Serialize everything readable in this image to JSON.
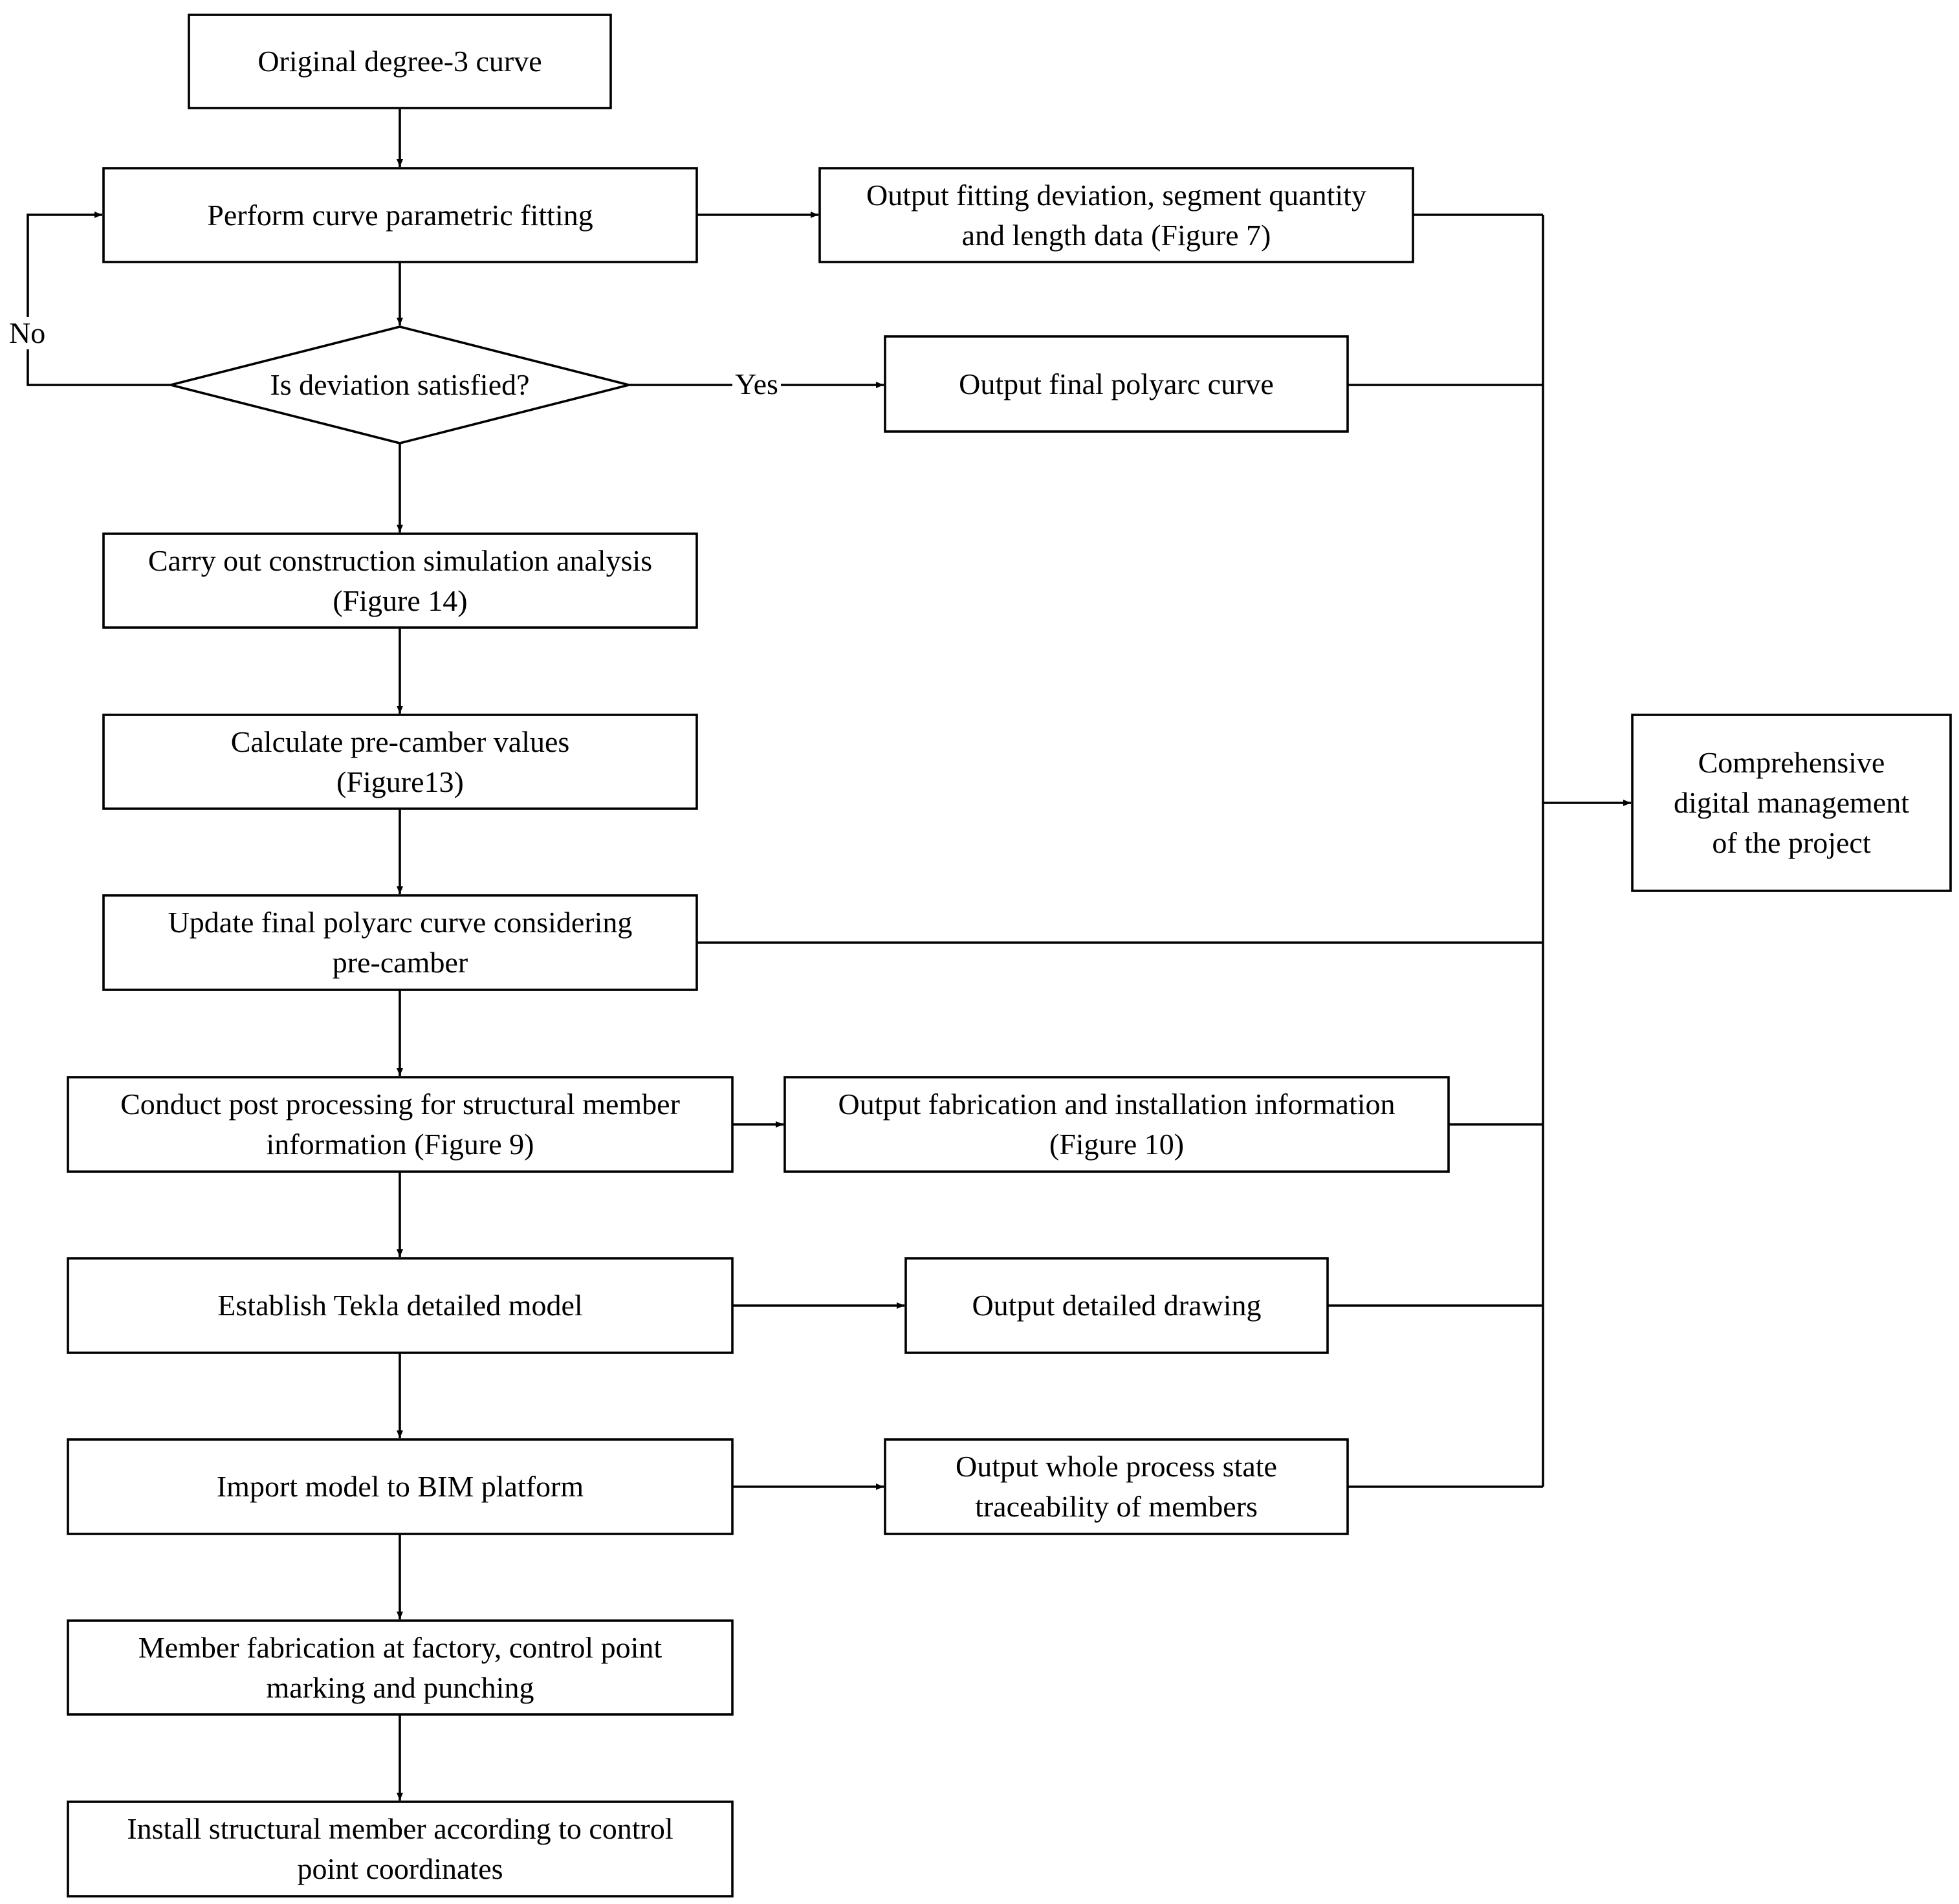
{
  "nodes": {
    "original_curve": "Original degree-3 curve",
    "parametric_fitting": "Perform curve parametric fitting",
    "deviation_decision": "Is deviation satisfied?",
    "construction_simulation_line1": "Carry out construction simulation analysis",
    "construction_simulation_line2": "(Figure 14)",
    "pre_camber_line1": "Calculate pre-camber values",
    "pre_camber_line2": "(Figure13)",
    "update_polyarc_line1": "Update final polyarc curve considering",
    "update_polyarc_line2": "pre-camber",
    "post_processing_line1": "Conduct post processing for structural member",
    "post_processing_line2": "information (Figure 9)",
    "tekla_model": "Establish Tekla detailed model",
    "import_bim": "Import model to BIM platform",
    "fabrication_line1": "Member fabrication at factory, control point",
    "fabrication_line2": "marking and punching",
    "install_line1": "Install structural member according to control",
    "install_line2": "point coordinates",
    "output_fitting_line1": "Output fitting deviation, segment quantity",
    "output_fitting_line2": "and length data (Figure 7)",
    "output_polyarc": "Output final polyarc curve",
    "output_fabrication_line1": "Output fabrication and installation information",
    "output_fabrication_line2": "(Figure 10)",
    "output_drawing": "Output detailed drawing",
    "output_traceability_line1": "Output whole process state",
    "output_traceability_line2": "traceability of members",
    "digital_management_line1": "Comprehensive",
    "digital_management_line2": "digital management",
    "digital_management_line3": "of the project"
  },
  "edge_labels": {
    "no": "No",
    "yes": "Yes"
  }
}
